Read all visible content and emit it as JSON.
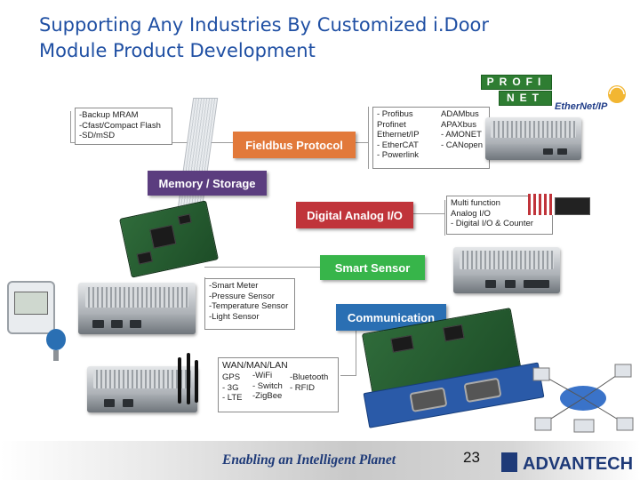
{
  "slide": {
    "title_line1": "Supporting Any Industries By Customized i.Door",
    "title_line2": "Module Product Development",
    "page_number": "23",
    "slogan": "Enabling an Intelligent Planet",
    "brand_logo": "ADVANTECH"
  },
  "categories": {
    "fieldbus": "Fieldbus Protocol",
    "memory": "Memory / Storage",
    "digital_analog": "Digital Analog I/O",
    "smart_sensor": "Smart Sensor",
    "communication": "Communication"
  },
  "notes": {
    "memory": [
      "-Backup MRAM",
      "-Cfast/Compact Flash",
      "-SD/mSD"
    ],
    "fieldbus_left": [
      "- Profibus",
      "  Profinet",
      "  Ethernet/IP",
      "- EtherCAT",
      "- Powerlink"
    ],
    "fieldbus_right": [
      "ADAMbus",
      "APAXbus",
      "- AMONET",
      "- CANopen"
    ],
    "digital_analog": [
      "Multi function",
      "Analog I/O",
      "- Digital I/O & Counter"
    ],
    "smart_sensor": [
      "-Smart Meter",
      "-Pressure Sensor",
      "-Temperature Sensor",
      "-Light Sensor"
    ],
    "wan_title": "WAN/MAN/LAN",
    "wan_col1": [
      "GPS",
      "- 3G",
      "- LTE"
    ],
    "wan_col2": [
      "-WiFi",
      "- Switch",
      "-ZigBee"
    ],
    "wan_col3": [
      "-Bluetooth",
      "- RFID"
    ]
  },
  "logos": {
    "profinet_top": "PROFI",
    "profinet_bottom": "NET",
    "ethernet_ip": "EtherNet/IP"
  },
  "colors": {
    "title": "#1f4fa3",
    "fieldbus": "#e2793a",
    "memory": "#5b3d7f",
    "digital_analog": "#c0343a",
    "smart_sensor": "#37b54a",
    "communication": "#2a6fb3"
  }
}
